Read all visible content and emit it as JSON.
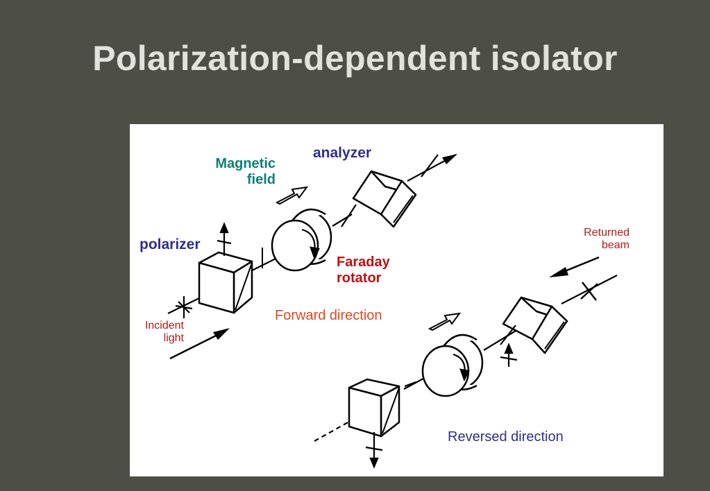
{
  "slide": {
    "title": "Polarization-dependent isolator"
  },
  "colors": {
    "background": "#4d4e46",
    "title": "#e2e2dc",
    "panel": "#ffffff",
    "optics_label": "#2e2f8a",
    "field_label": "#0f7f74",
    "rotator_label": "#c01010",
    "light_label": "#b01818",
    "forward_label": "#e0481f",
    "reversed_label": "#2e2f8a"
  },
  "labels": {
    "analyzer": "analyzer",
    "magnetic_field": [
      "Magnetic",
      "field"
    ],
    "polarizer": "polarizer",
    "faraday_rotator": [
      "Faraday",
      "rotator"
    ],
    "incident_light": [
      "Incident",
      "light"
    ],
    "returned_beam": [
      "Returned",
      "beam"
    ],
    "forward_direction": "Forward direction",
    "reversed_direction": "Reversed direction"
  },
  "icons": {
    "polarizer": "polarizer-cube-icon",
    "rotator": "faraday-rotator-icon",
    "analyzer": "analyzer-prism-icon",
    "field_arrow": "hollow-arrow-icon",
    "direction_arrow": "arrow-icon"
  }
}
